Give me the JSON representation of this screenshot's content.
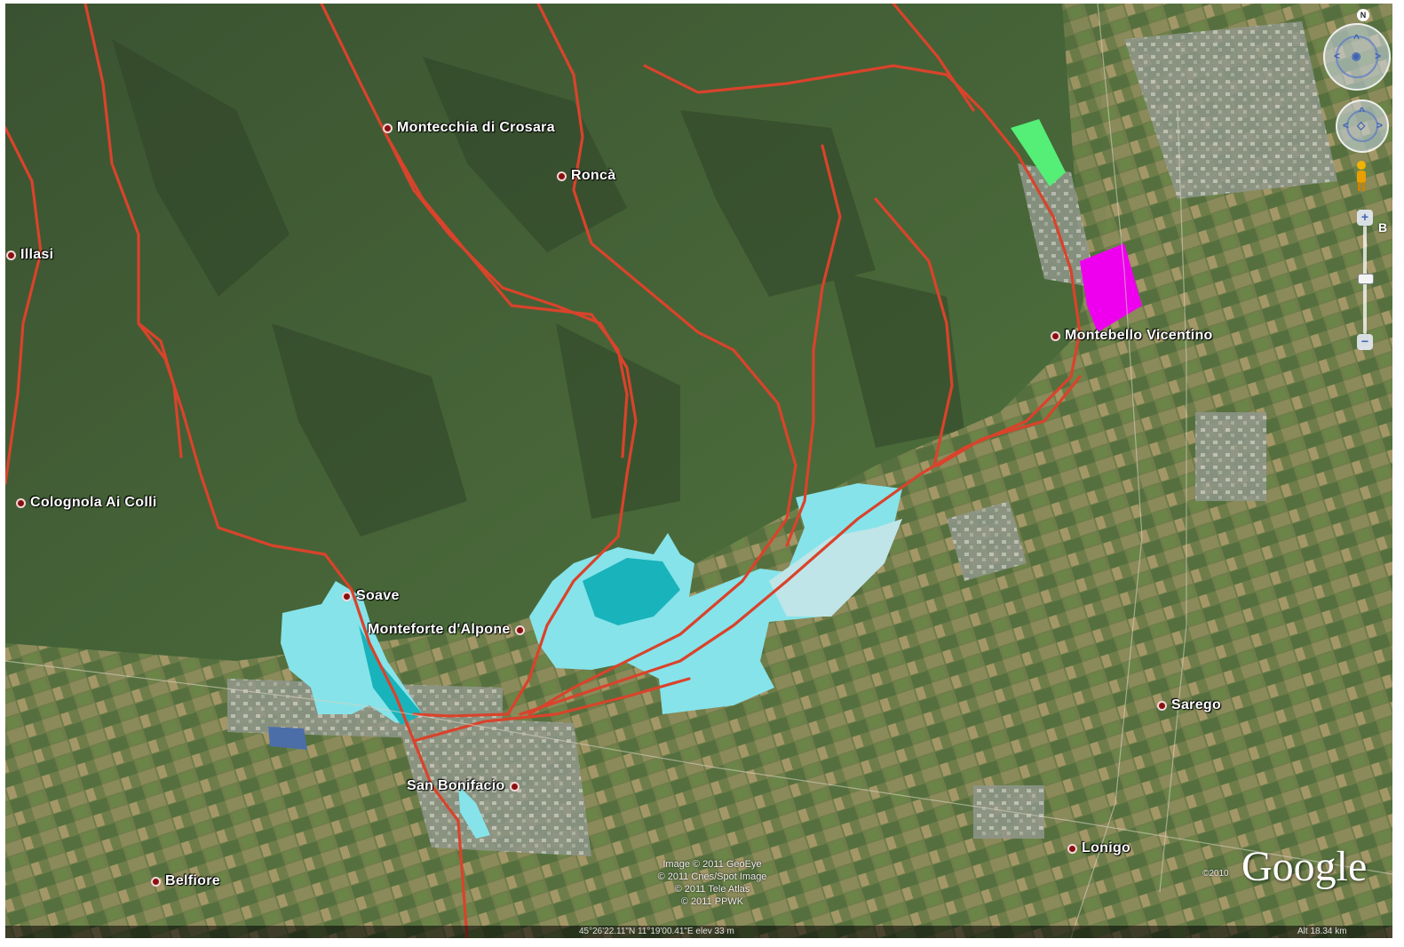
{
  "map": {
    "places": [
      {
        "name": "Montecchia di Crosara",
        "key": "montecchia"
      },
      {
        "name": "Roncà",
        "key": "ronca"
      },
      {
        "name": "Illasi",
        "key": "illasi"
      },
      {
        "name": "Montebello Vicentino",
        "key": "montebello"
      },
      {
        "name": "Colognola Ai Colli",
        "key": "colognola"
      },
      {
        "name": "Soave",
        "key": "soave"
      },
      {
        "name": "Monteforte d'Alpone",
        "key": "monteforte"
      },
      {
        "name": "San Bonifacio",
        "key": "sanbonifacio"
      },
      {
        "name": "Sarego",
        "key": "sarego"
      },
      {
        "name": "Lonigo",
        "key": "lonigo"
      },
      {
        "name": "Belfiore",
        "key": "belfiore"
      }
    ],
    "credits": [
      "Image © 2011 GeoEye",
      "© 2011 Cnes/Spot Image",
      "© 2011 Tele Atlas",
      "© 2011 PPWK"
    ],
    "logo": "Google",
    "logo_year": "©2010",
    "status": {
      "coords": "45°26'22.11\"N  11°19'00.41\"E  elev  33 m",
      "altitude": "Alt  18.34 km"
    },
    "edge_label": "B",
    "colors": {
      "roads": "#d9432b",
      "flood_light": "#86e3ea",
      "flood_dark": "#19b3bb",
      "flood_pale": "#bfe5e8",
      "area_green": "#55ee77",
      "area_magenta": "#ee00ee",
      "area_blue": "#4b6ea8"
    }
  }
}
